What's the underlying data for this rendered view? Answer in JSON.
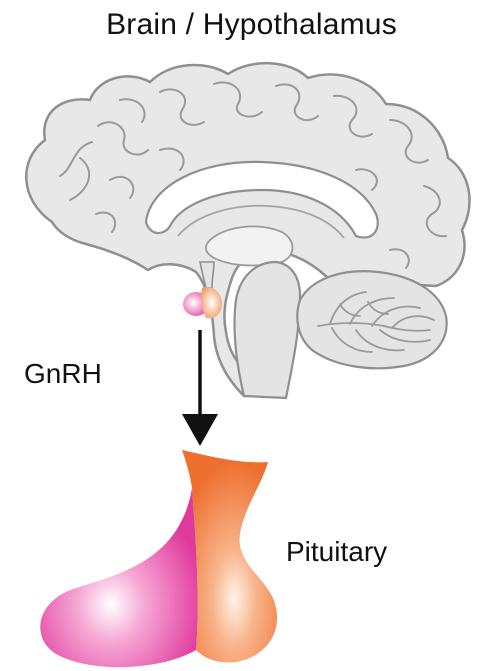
{
  "title": "Brain / Hypothalamus",
  "hormone_label": "GnRH",
  "organ_label": "Pituitary",
  "icons": {
    "brain": "brain-sagittal-icon",
    "hypothalamus": "hypothalamus-pituitary-stalk-icon",
    "arrow": "arrow-down-icon",
    "pituitary": "pituitary-gland-icon"
  },
  "colors": {
    "brain_fill": "#e6e6e6",
    "brain_outline": "#8f8f8f",
    "pink_lobe": "#e33fa0",
    "orange_lobe": "#f07a38",
    "arrow": "#111111",
    "text": "#111111"
  }
}
